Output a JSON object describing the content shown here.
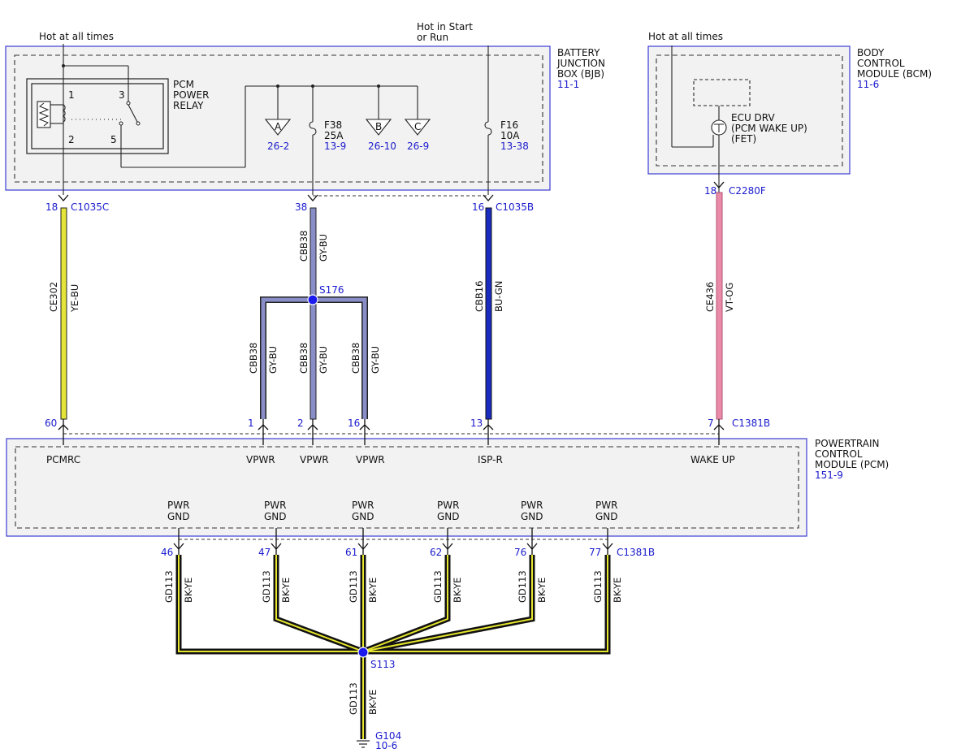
{
  "diagram": {
    "bjb": {
      "name_lines": [
        "BATTERY",
        "JUNCTION",
        "BOX (BJB)"
      ],
      "ref": "11-1",
      "hot_left": "Hot at all times",
      "hot_mid_lines": [
        "Hot in Start",
        "or Run"
      ],
      "relay": {
        "name_lines": [
          "PCM",
          "POWER",
          "RELAY"
        ],
        "pins": [
          "1",
          "3",
          "2",
          "5"
        ]
      },
      "fuse_f38": {
        "name": "F38",
        "rating": "25A",
        "ref": "13-9"
      },
      "fuse_f16": {
        "name": "F16",
        "rating": "10A",
        "ref": "13-38"
      },
      "offpage": [
        {
          "letter": "A",
          "ref": "26-2"
        },
        {
          "letter": "B",
          "ref": "26-10"
        },
        {
          "letter": "C",
          "ref": "26-9"
        }
      ]
    },
    "bcm": {
      "name_lines": [
        "BODY",
        "CONTROL",
        "MODULE (BCM)"
      ],
      "ref": "11-6",
      "hot": "Hot at all times",
      "driver_lines": [
        "ECU DRV",
        "(PCM WAKE UP)",
        "(FET)"
      ]
    },
    "pcm": {
      "name_lines": [
        "POWERTRAIN",
        "CONTROL",
        "MODULE (PCM)"
      ],
      "ref": "151-9",
      "pins_top": [
        "PCMRC",
        "VPWR",
        "VPWR",
        "VPWR",
        "ISP-R",
        "WAKE UP"
      ],
      "gnd_label_lines": [
        "PWR",
        "GND"
      ]
    },
    "connectors": {
      "c1035c": {
        "pin": "18",
        "name": "C1035C"
      },
      "c1035b_f38": {
        "pin": "38"
      },
      "c1035b": {
        "pin": "16",
        "name": "C1035B"
      },
      "c2280f": {
        "pin": "18",
        "name": "C2280F"
      },
      "pcm_top": {
        "pins": [
          "60",
          "1",
          "2",
          "16",
          "13",
          "7"
        ],
        "name": "C1381B"
      },
      "pcm_bottom": {
        "pins": [
          "46",
          "47",
          "61",
          "62",
          "76",
          "77"
        ],
        "name": "C1381B"
      }
    },
    "circuits": {
      "ce302": {
        "id": "CE302",
        "color": "YE-BU"
      },
      "cbb38": {
        "id": "CBB38",
        "color": "GY-BU"
      },
      "cbb16": {
        "id": "CBB16",
        "color": "BU-GN"
      },
      "ce436": {
        "id": "CE436",
        "color": "VT-OG"
      },
      "gd113": {
        "id": "GD113",
        "color": "BK-YE"
      }
    },
    "splices": {
      "s176": "S176",
      "s113": "S113"
    },
    "ground": {
      "name": "G104",
      "ref": "10-6"
    },
    "colors": {
      "link": "#1a1acd",
      "ye_bu": "#e4e43a",
      "gy_bu": "#8a8ec8",
      "bu_gn": "#1a2cc0",
      "vt_og": "#e88aa8",
      "bk_ye": "#111111",
      "module_fill": "#f2f2f2",
      "module_border": "#3b3bd6"
    }
  }
}
